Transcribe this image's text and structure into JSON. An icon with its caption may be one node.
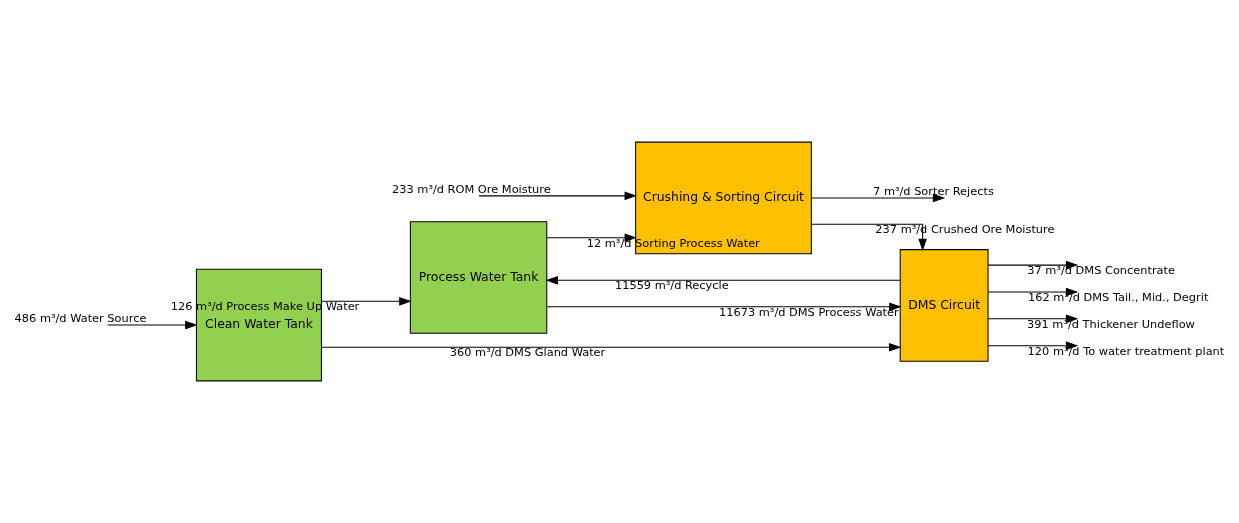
{
  "diagram": {
    "nodes": [
      {
        "text": [
          "Crushing & Sorting Circuit"
        ]
      },
      {
        "text": [
          "Process Water Tank"
        ]
      },
      {
        "text": [
          "DMS Circuit"
        ]
      },
      {
        "text": [
          "Clean Water Tank"
        ]
      }
    ],
    "edges": [
      {
        "from": null,
        "to": 0,
        "arrow": "to",
        "label": "233 m³/d ROM Ore Moisture"
      },
      {
        "from": 1,
        "to": 0,
        "arrow": "to",
        "label": "12 m³/d Sorting Process Water"
      },
      {
        "from": 0,
        "to": null,
        "arrow": "to",
        "label": "7 m³/d Sorter Rejects"
      },
      {
        "from": 0,
        "to": 2,
        "arrow": "to",
        "label": "237 m³/d Crushed Ore Moisture"
      },
      {
        "from": 1,
        "to": 2,
        "arrow": "to",
        "label": "11673 m³/d DMS Process Water"
      },
      {
        "from": 2,
        "to": null,
        "arrow": "to",
        "label": "37 m³/d DMS Concentrate"
      },
      {
        "from": 2,
        "to": null,
        "arrow": "to",
        "label": "162 m³/d DMS Tail., Mid., Degrit"
      },
      {
        "from": 2,
        "to": null,
        "arrow": "to",
        "label": "391 m³/d Thickener Undeflow"
      },
      {
        "from": 2,
        "to": 1,
        "arrow": "to",
        "label": "11559 m³/d Recycle"
      },
      {
        "from": 3,
        "to": 1,
        "arrow": "to",
        "label": "126 m³/d Process Make Up Water"
      },
      {
        "from": null,
        "to": 3,
        "arrow": "to",
        "label": "486 m³/d Water Source"
      },
      {
        "from": 3,
        "to": 2,
        "arrow": "to",
        "label": "360 m³/d DMS Gland Water"
      },
      {
        "from": 2,
        "to": null,
        "arrow": "to",
        "label": "120 m³/d To water treatment plant"
      }
    ]
  }
}
